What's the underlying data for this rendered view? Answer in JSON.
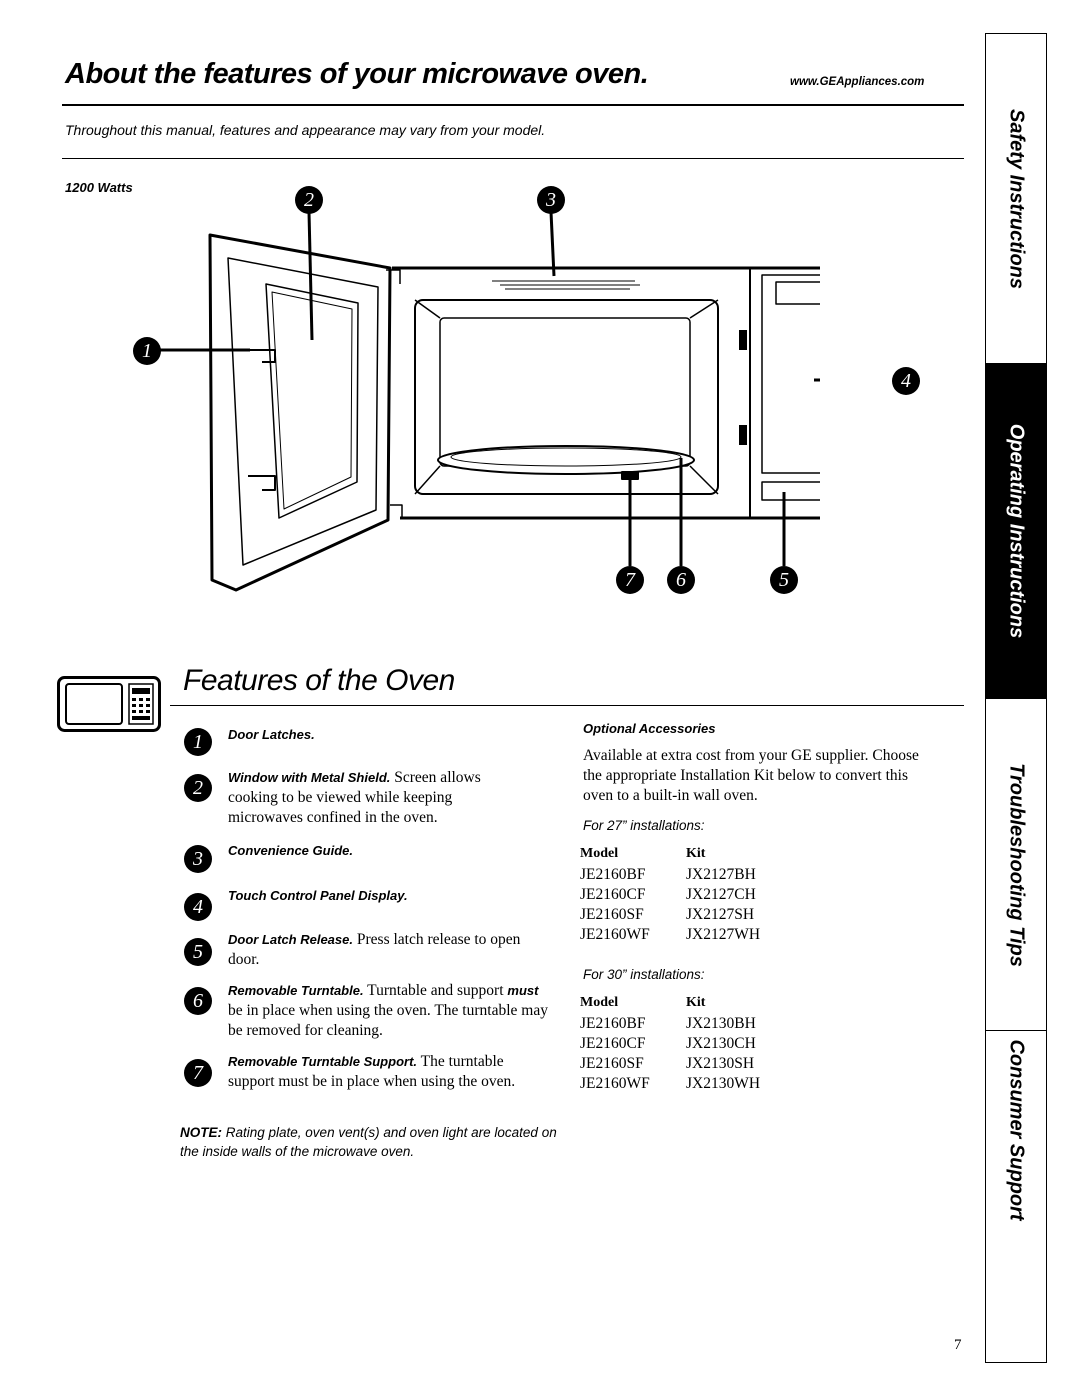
{
  "header": {
    "title": "About the features of your microwave oven.",
    "url": "www.GEAppliances.com",
    "subtitle": "Throughout this manual, features and appearance may vary from your model."
  },
  "diagram": {
    "wattage": "1200 Watts",
    "callouts": [
      "1",
      "2",
      "3",
      "4",
      "5",
      "6",
      "7"
    ]
  },
  "features": {
    "title": "Features of the Oven",
    "items": [
      {
        "num": "1",
        "title": "Door Latches.",
        "text": ""
      },
      {
        "num": "2",
        "title": "Window with Metal Shield.",
        "text": " Screen allows cooking to be viewed while keeping microwaves confined in the oven."
      },
      {
        "num": "3",
        "title": "Convenience Guide.",
        "text": ""
      },
      {
        "num": "4",
        "title": "Touch Control Panel Display.",
        "text": ""
      },
      {
        "num": "5",
        "title": "Door Latch Release.",
        "text": " Press latch release to open door."
      },
      {
        "num": "6",
        "title": "Removable Turntable.",
        "text_pre": " Turntable and support ",
        "must": "must",
        "text": " be in place when using the oven. The turntable may be removed for cleaning."
      },
      {
        "num": "7",
        "title": "Removable Turntable Support.",
        "text": " The turntable support must be in place when using the oven."
      }
    ],
    "note_label": "NOTE:",
    "note_text": " Rating plate, oven vent(s) and oven light are located on the inside walls of the microwave oven."
  },
  "accessories": {
    "heading": "Optional Accessories",
    "intro": "Available at extra cost from your GE supplier. Choose the appropriate Installation Kit below to convert this oven to a built-in wall oven.",
    "groups": [
      {
        "heading": "For 27” installations:",
        "col_model": "Model",
        "col_kit": "Kit",
        "rows": [
          [
            "JE2160BF",
            "JX2127BH"
          ],
          [
            "JE2160CF",
            "JX2127CH"
          ],
          [
            "JE2160SF",
            "JX2127SH"
          ],
          [
            "JE2160WF",
            "JX2127WH"
          ]
        ]
      },
      {
        "heading": "For 30” installations:",
        "col_model": "Model",
        "col_kit": "Kit",
        "rows": [
          [
            "JE2160BF",
            "JX2130BH"
          ],
          [
            "JE2160CF",
            "JX2130CH"
          ],
          [
            "JE2160SF",
            "JX2130SH"
          ],
          [
            "JE2160WF",
            "JX2130WH"
          ]
        ]
      }
    ]
  },
  "side_tabs": [
    {
      "label": "Safety Instructions",
      "active": false
    },
    {
      "label": "Operating Instructions",
      "active": true
    },
    {
      "label": "Troubleshooting Tips",
      "active": false
    },
    {
      "label": "Consumer Support",
      "active": false
    }
  ],
  "page_number": "7"
}
